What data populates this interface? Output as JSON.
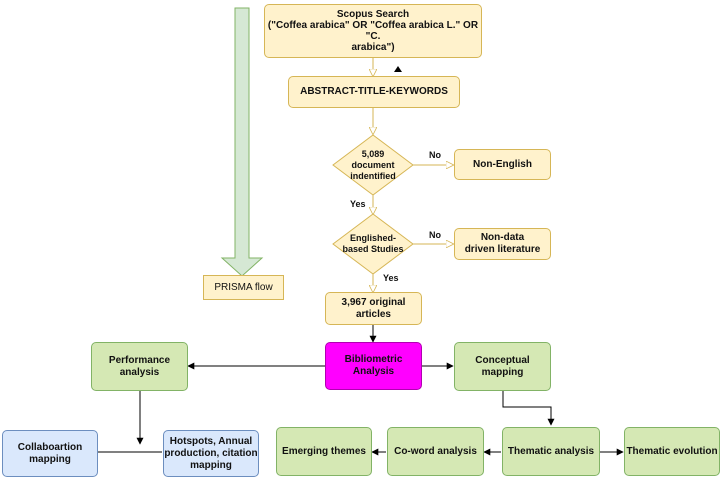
{
  "nodes": {
    "scopus": "Scopus Search\n(\"Coffea arabica\" OR \"Coffea arabica L.\" OR \"C.\narabica\")",
    "atk": "ABSTRACT-TITLE-KEYWORDS",
    "doc_identified": "5,089\ndocument\nindentified",
    "non_english": "Non-English",
    "english_based": "Englished-\nbased Studies",
    "non_data": "Non-data\ndriven literature",
    "original": "3,967 original\narticles",
    "prisma": "PRISMA flow",
    "bibliometric": "Bibliometric\nAnalysis",
    "performance": "Performance\nanalysis",
    "conceptual": "Conceptual\nmapping",
    "collaboration": "Collaboartion\nmapping",
    "hotspots": "Hotspots, Annual\nproduction, citation\nmapping",
    "emerging": "Emerging themes",
    "coword": "Co-word analysis",
    "thematic": "Thematic analysis",
    "evolution": "Thematic evolution"
  },
  "edge_labels": {
    "no1": "No",
    "yes1": "Yes",
    "no2": "No",
    "yes2": "Yes"
  },
  "colors": {
    "yellow_fill": "#fff2cc",
    "yellow_stroke": "#d6b656",
    "green_fill": "#d5e8b4",
    "green_stroke": "#82b366",
    "blue_fill": "#dae8fc",
    "blue_stroke": "#6c8ebf",
    "magenta_fill": "#ff00ff",
    "prisma_arrow_fill": "#d5e8d4"
  }
}
